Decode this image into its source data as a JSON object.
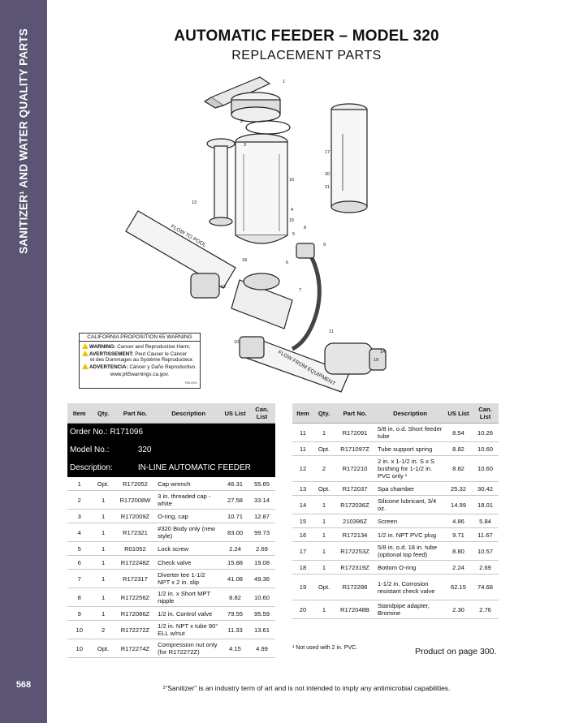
{
  "sidebar": {
    "label": "SANITIZER¹ AND WATER QUALITY PARTS",
    "page_number": "568"
  },
  "header": {
    "title": "AUTOMATIC FEEDER – MODEL 320",
    "subtitle": "REPLACEMENT PARTS"
  },
  "diagram": {
    "callouts": [
      "1",
      "2",
      "3",
      "4",
      "5",
      "6",
      "7",
      "8",
      "9",
      "10",
      "11",
      "12",
      "13",
      "14",
      "15",
      "16",
      "17",
      "18",
      "19",
      "20",
      "21"
    ],
    "flow_to_pool": "FLOW TO POOL",
    "flow_from_equipment": "FLOW FROM EQUIPMENT"
  },
  "prop65": {
    "heading": "CALIFORNIA PROPOSITION 65 WARNING",
    "warning_label": "WARNING:",
    "warning_text": " Cancer and Reproductive Harm.",
    "avertissement_label": "AVERTISSEMENT:",
    "avertissement_text": " Peut Causer le Cancer",
    "avertissement_cont": "et des Dommages au Système Reproducteur.",
    "advertencia_label": "ADVERTENCIA:",
    "advertencia_text": " Cáncer y Daño Reproductivo.",
    "site": "www.p65warnings.ca.gov.",
    "code": "P65-0001"
  },
  "table_headers": {
    "item": "Item",
    "qty": "Qty.",
    "part_no": "Part No.",
    "description": "Description",
    "us_list": "US List",
    "can_list": "Can. List"
  },
  "order_info": {
    "order_no": "Order No.: R171096",
    "model_label": "Model No.:",
    "model_value": "320",
    "description_label": "Description:",
    "description_value": "IN-LINE AUTOMATIC FEEDER"
  },
  "left_rows": [
    {
      "item": "1",
      "qty": "Opt.",
      "part": "R172052",
      "desc": "Cap wrench",
      "us": "46.31",
      "can": "55.65"
    },
    {
      "item": "2",
      "qty": "1",
      "part": "R172008W",
      "desc": "3 in. threaded cap - white",
      "us": "27.58",
      "can": "33.14"
    },
    {
      "item": "3",
      "qty": "1",
      "part": "R172009Z",
      "desc": "O-ring, cap",
      "us": "10.71",
      "can": "12.87"
    },
    {
      "item": "4",
      "qty": "1",
      "part": "R172321",
      "desc": "#320 Body only (new style)",
      "us": "83.00",
      "can": "99.73"
    },
    {
      "item": "5",
      "qty": "1",
      "part": "R01052",
      "desc": "Lock screw",
      "us": "2.24",
      "can": "2.69"
    },
    {
      "item": "6",
      "qty": "1",
      "part": "R172248Z",
      "desc": "Check valve",
      "us": "15.88",
      "can": "19.08"
    },
    {
      "item": "7",
      "qty": "1",
      "part": "R172317",
      "desc": "Diverter tee 1-1/2 NPT x 2 in. slip",
      "us": "41.08",
      "can": "49.36"
    },
    {
      "item": "8",
      "qty": "1",
      "part": "R172256Z",
      "desc": "1/2 in. x Short MPT nipple",
      "us": "8.82",
      "can": "10.60"
    },
    {
      "item": "9",
      "qty": "1",
      "part": "R172086Z",
      "desc": "1/2 in. Control valve",
      "us": "79.55",
      "can": "95.59"
    },
    {
      "item": "10",
      "qty": "2",
      "part": "R172272Z",
      "desc": "1/2 in. NPT x tube 90° ELL w/nut",
      "us": "11.33",
      "can": "13.61"
    },
    {
      "item": "10",
      "qty": "Opt.",
      "part": "R172274Z",
      "desc": "Compression nut only (for R172272Z)",
      "us": "4.15",
      "can": "4.99"
    }
  ],
  "right_rows": [
    {
      "item": "11",
      "qty": "1",
      "part": "R172091",
      "desc": "5/8 in. o.d. Short feeder tube",
      "us": "8.54",
      "can": "10.26"
    },
    {
      "item": "11",
      "qty": "Opt.",
      "part": "R171097Z",
      "desc": "Tube support spring",
      "us": "8.82",
      "can": "10.60"
    },
    {
      "item": "12",
      "qty": "2",
      "part": "R172210",
      "desc": "2 in. x 1-1/2 in. S x S bushing for 1-1/2 in. PVC only ¹",
      "us": "8.82",
      "can": "10.60"
    },
    {
      "item": "13",
      "qty": "Opt.",
      "part": "R172037",
      "desc": "Spa chamber",
      "us": "25.32",
      "can": "30.42"
    },
    {
      "item": "14",
      "qty": "1",
      "part": "R172036Z",
      "desc": "Silicone lubricant, 3/4 oz.",
      "us": "14.99",
      "can": "18.01"
    },
    {
      "item": "15",
      "qty": "1",
      "part": "210396Z",
      "desc": "Screen",
      "us": "4.86",
      "can": "5.84"
    },
    {
      "item": "16",
      "qty": "1",
      "part": "R172134",
      "desc": "1/2 in. NPT PVC plug",
      "us": "9.71",
      "can": "11.67"
    },
    {
      "item": "17",
      "qty": "1",
      "part": "R172253Z",
      "desc": "5/8 in. o.d. 18 in. tube (optional top feed)",
      "us": "8.80",
      "can": "10.57"
    },
    {
      "item": "18",
      "qty": "1",
      "part": "R172319Z",
      "desc": "Bottom O-ring",
      "us": "2.24",
      "can": "2.69"
    },
    {
      "item": "19",
      "qty": "Opt.",
      "part": "R172288",
      "desc": "1-1/2 in. Corrosion resistant check valve",
      "us": "62.15",
      "can": "74.68"
    },
    {
      "item": "20",
      "qty": "1",
      "part": "R172048B",
      "desc": "Standpipe adapter, Bromine",
      "us": "2.30",
      "can": "2.76"
    }
  ],
  "footnote": "¹   Not used with 2 in. PVC.",
  "product_ref": "Product on page 300.",
  "disclaimer": "¹“Sanitizer” is an industry term of art and is not intended to imply any antimicrobial capabilities."
}
